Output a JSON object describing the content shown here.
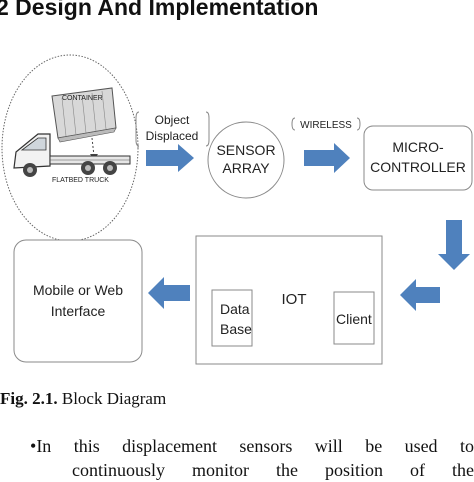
{
  "section_heading": "2 Design And Implementation",
  "diagram": {
    "illustration": {
      "container_label": "CONTAINER",
      "truck_label": "FLATBED TRUCK"
    },
    "arrow_label_1": [
      "Object",
      "Displaced"
    ],
    "arrow_label_2": "WIRELESS",
    "sensor_array": [
      "SENSOR",
      "ARRAY"
    ],
    "microcontroller": [
      "MICRO-",
      "CONTROLLER"
    ],
    "iot": {
      "label": "IOT",
      "database": [
        "Data",
        "Base"
      ],
      "client": "Client"
    },
    "interface": [
      "Mobile or Web",
      "Interface"
    ],
    "colors": {
      "arrow": "#4f81bd",
      "box_stroke": "#8a8a8a"
    }
  },
  "caption": {
    "label": "Fig. 2.1.",
    "text": " Block Diagram"
  },
  "body_text": {
    "bullet": "•",
    "line1_words": [
      "In",
      "this",
      "displacement",
      "sensors",
      "will",
      "be",
      "used",
      "to"
    ],
    "line2_words": [
      "continuously",
      "monitor",
      "the",
      "position",
      "of",
      "the"
    ]
  }
}
